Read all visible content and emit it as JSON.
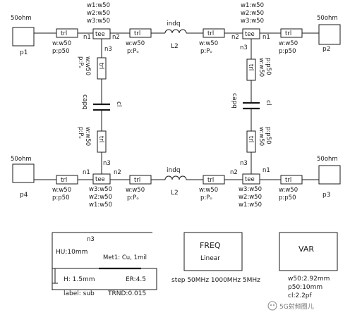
{
  "ports": {
    "p1": {
      "name": "p1",
      "impedance": "50ohm"
    },
    "p2": {
      "name": "p2",
      "impedance": "50ohm"
    },
    "p3": {
      "name": "p3",
      "impedance": "50ohm"
    },
    "p4": {
      "name": "p4",
      "impedance": "50ohm"
    }
  },
  "trl_label": "trl",
  "tee_label": "tee",
  "width_w50": "w:w50",
  "len_p50": "p:p50",
  "len_po": "p:Pₒ",
  "tee_w1": "w1:w50",
  "tee_w2": "w2:w50",
  "tee_w3": "w3:w50",
  "node_n1": "n1",
  "node_n2": "n2",
  "node_n3": "n3",
  "inductors": {
    "type": "indq",
    "name": "L2"
  },
  "capacitors": {
    "type": "capq",
    "name": "cl"
  },
  "substrate": {
    "node": "n3",
    "hu": "HU:10mm",
    "metal": "Met1: Cu, 1mil",
    "h": "H: 1.5mm",
    "er": "ER:4.5",
    "label": "label: sub",
    "trnd": "TRND:0.015"
  },
  "freq": {
    "title": "FREQ",
    "subtitle": "Linear",
    "step": "step 50MHz 1000MHz 5MHz"
  },
  "var": {
    "title": "VAR",
    "values": [
      "w50:2.92mm",
      "p50:10mm",
      "cl:2.2pf"
    ]
  },
  "watermark": "5G射频圈儿"
}
